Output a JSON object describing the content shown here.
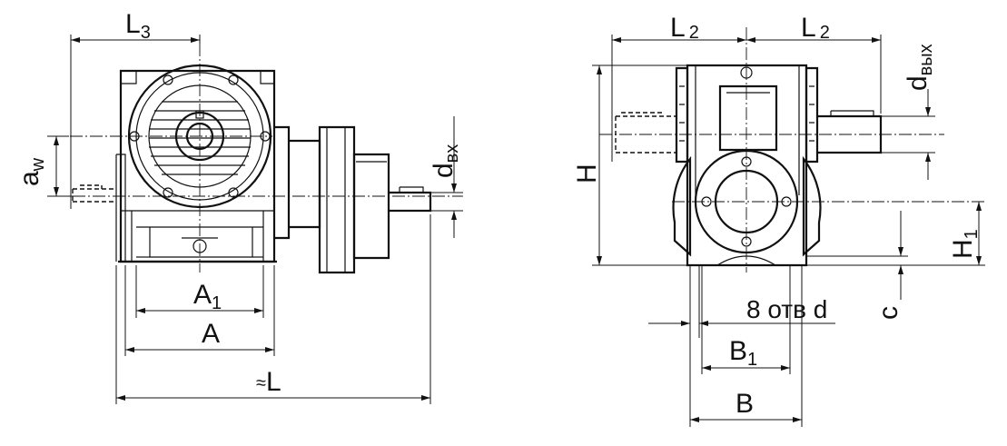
{
  "labels": {
    "L3": {
      "main": "L",
      "sub": "3"
    },
    "aw": {
      "main": "a",
      "sub": "w"
    },
    "dvx": {
      "main": "d",
      "sub": "вх"
    },
    "A1": {
      "main": "A",
      "sub": "1"
    },
    "A": "A",
    "L": {
      "prefix": "≈",
      "main": "L"
    },
    "L2_left": {
      "main": "L",
      "sub": "2"
    },
    "L2_right": {
      "main": "L",
      "sub": "2"
    },
    "dvyx": {
      "main": "d",
      "sub": "вых"
    },
    "H": "H",
    "H1": {
      "main": "H",
      "sub": "1"
    },
    "c": "c",
    "holes": "8 отв d",
    "B1": {
      "main": "B",
      "sub": "1"
    },
    "B": "B"
  }
}
